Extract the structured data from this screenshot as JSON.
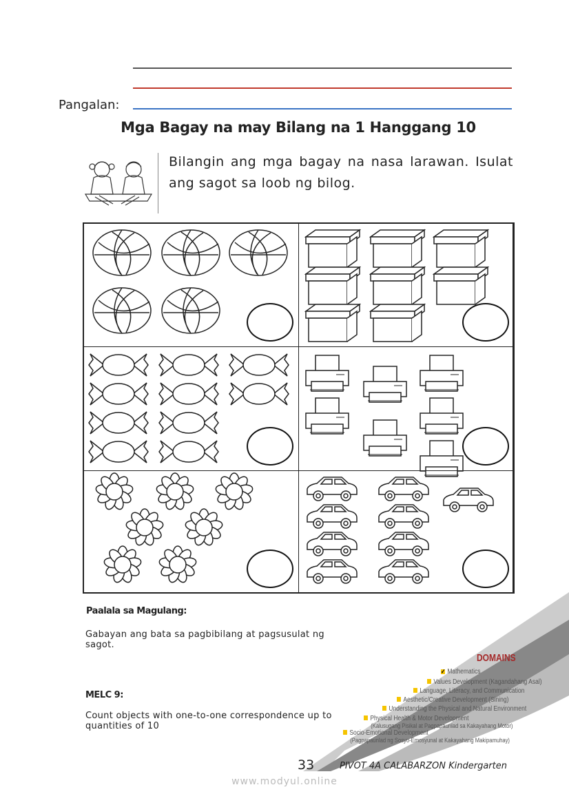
{
  "name_label": "Pangalan:",
  "title": "Mga Bagay na may Bilang na 1 Hanggang 10",
  "instruction": "Bilangin ang mga bagay na nasa larawan. Isulat ang sagot sa loob ng bilog.",
  "exercises": [
    {
      "object": "basketball",
      "count": 5
    },
    {
      "object": "box",
      "count": 8
    },
    {
      "object": "candy",
      "count": 10
    },
    {
      "object": "printer",
      "count": 7
    },
    {
      "object": "flower",
      "count": 7
    },
    {
      "object": "car",
      "count": 9
    }
  ],
  "parent_note": {
    "heading": "Paalala sa Magulang:",
    "text": "Gabayan ang bata sa pagbibilang at pagsusulat ng sagot."
  },
  "melc": {
    "heading": "MELC 9:",
    "text": "Count objects with one-to-one correspondence up to quantities of 10"
  },
  "domains": {
    "title": "DOMAINS",
    "items": [
      {
        "label": "Mathematics",
        "checked": true
      },
      {
        "label": "Values Development (Kagandahang Asal)"
      },
      {
        "label": "Language, Literacy, and Communication"
      },
      {
        "label": "Aesthetic/Creative Development (Sining)"
      },
      {
        "label": "Understanding the Physical and Natural Environment"
      },
      {
        "label": "Physical Health & Motor Development",
        "sub": "(Kalusugang Pisikal at Pagpapaunlad sa Kakayahang Motor)"
      },
      {
        "label": "Socio-Emotional Development",
        "sub": "(Pagpapaunlad ng Sosyo-Emosyunal at Kakayahang Makipamuhay)"
      }
    ]
  },
  "footer": {
    "page_number": "33",
    "series": "PIVOT 4A CALABARZON Kindergarten",
    "watermark": "www.modyul.online"
  }
}
